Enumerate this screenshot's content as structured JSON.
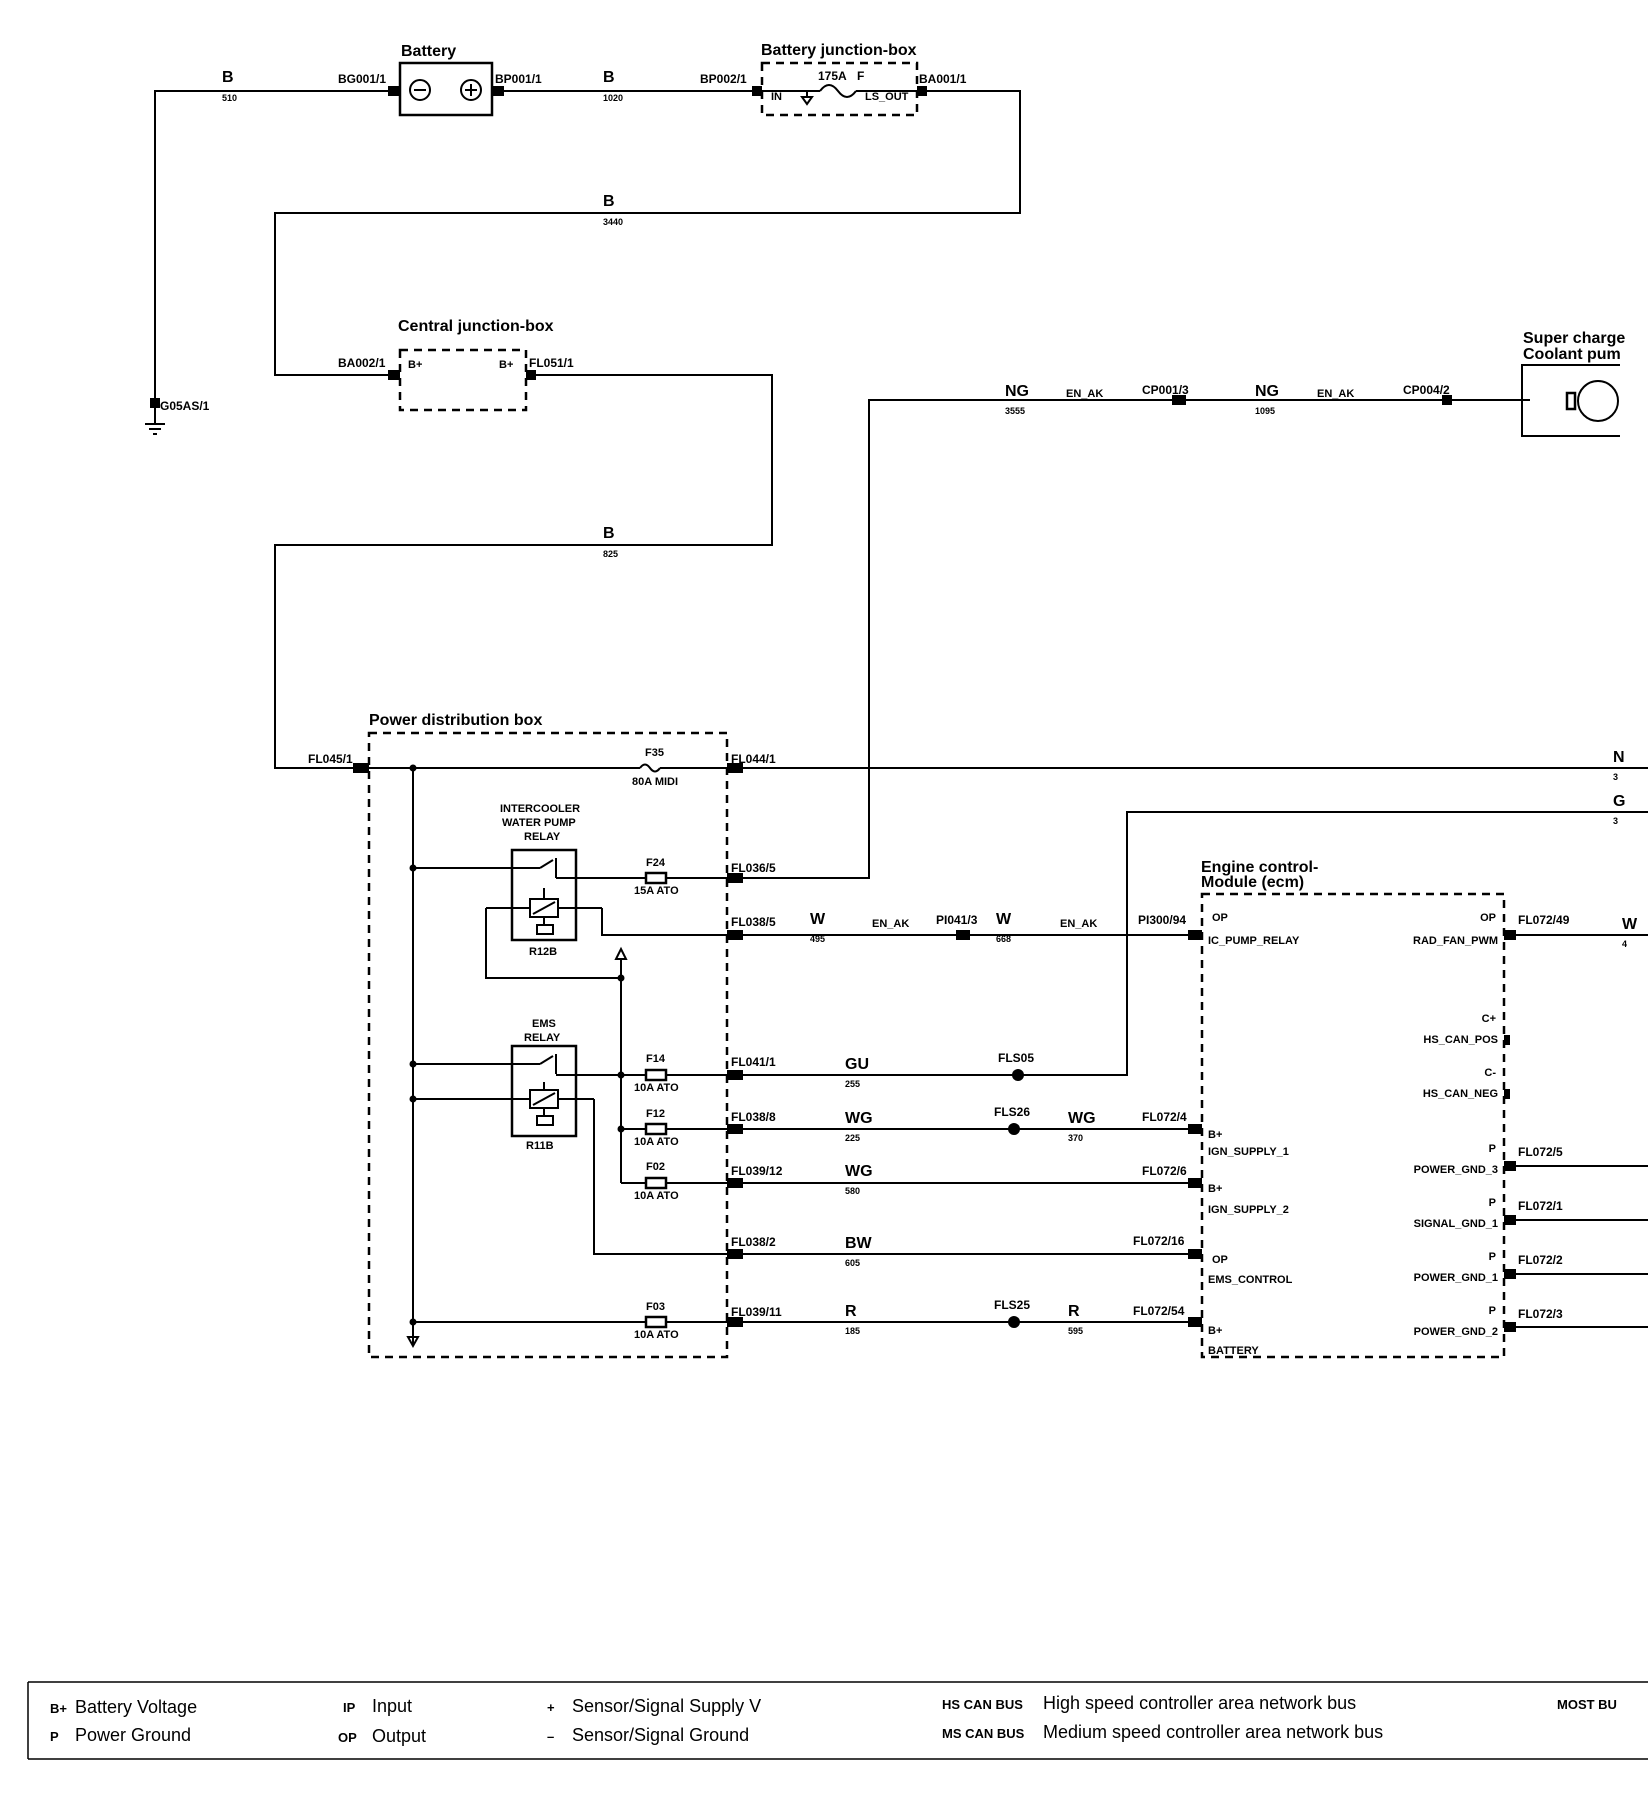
{
  "components": {
    "battery": "Battery",
    "battery_junction_box": "Battery junction-box",
    "central_junction_box": "Central junction-box",
    "power_distribution_box": "Power distribution box",
    "supercharger_pump_line1": "Super charge",
    "supercharger_pump_line2": "Coolant pum",
    "ecm_line1": "Engine control-",
    "ecm_line2": "Module (ecm)",
    "intercooler_relay_line1": "INTERCOOLER",
    "intercooler_relay_line2": "WATER PUMP",
    "intercooler_relay_line3": "RELAY",
    "intercooler_relay_id": "R12B",
    "ems_relay_line1": "EMS",
    "ems_relay_line2": "RELAY",
    "ems_relay_id": "R11B"
  },
  "connectors": {
    "bg001": "BG001/1",
    "bp001": "BP001/1",
    "bp002": "BP002/1",
    "ba001": "BA001/1",
    "ba002": "BA002/1",
    "fl051": "FL051/1",
    "g05as": "G05AS/1",
    "cp001": "CP001/3",
    "cp004": "CP004/2",
    "fl045": "FL045/1",
    "fl044": "FL044/1",
    "fl036": "FL036/5",
    "fl038_5": "FL038/5",
    "pi041": "PI041/3",
    "pi300": "PI300/94",
    "fl072_49": "FL072/49",
    "fl041": "FL041/1",
    "fls05": "FLS05",
    "fl038_8": "FL038/8",
    "fls26": "FLS26",
    "fl072_4": "FL072/4",
    "fl039_12": "FL039/12",
    "fl072_6": "FL072/6",
    "fl038_2": "FL038/2",
    "fl072_16": "FL072/16",
    "fl039_11": "FL039/11",
    "fls25": "FLS25",
    "fl072_54": "FL072/54",
    "fl072_5": "FL072/5",
    "fl072_1": "FL072/1",
    "fl072_2": "FL072/2",
    "fl072_3": "FL072/3"
  },
  "wires": {
    "w510": {
      "color": "B",
      "num": "510"
    },
    "w1020": {
      "color": "B",
      "num": "1020"
    },
    "w3440": {
      "color": "B",
      "num": "3440"
    },
    "w825": {
      "color": "B",
      "num": "825"
    },
    "w3555": {
      "color": "NG",
      "num": "3555",
      "harness": "EN_AK"
    },
    "w1095": {
      "color": "NG",
      "num": "1095",
      "harness": "EN_AK"
    },
    "w495": {
      "color": "W",
      "num": "495",
      "harness": "EN_AK"
    },
    "w668": {
      "color": "W",
      "num": "668",
      "harness": "EN_AK"
    },
    "w255": {
      "color": "GU",
      "num": "255"
    },
    "w225": {
      "color": "WG",
      "num": "225"
    },
    "w370": {
      "color": "WG",
      "num": "370"
    },
    "w580": {
      "color": "WG",
      "num": "580"
    },
    "w605": {
      "color": "BW",
      "num": "605"
    },
    "w185": {
      "color": "R",
      "num": "185"
    },
    "w595": {
      "color": "R",
      "num": "595"
    },
    "edge_n": {
      "color": "N",
      "num": "3"
    },
    "edge_g": {
      "color": "G",
      "num": "3"
    },
    "edge_w": {
      "color": "W",
      "num": "4"
    }
  },
  "fuses": {
    "main": {
      "rating": "175A",
      "tag": "F"
    },
    "f35": {
      "name": "F35",
      "rating": "80A MIDI"
    },
    "f24": {
      "name": "F24",
      "rating": "15A ATO"
    },
    "f14": {
      "name": "F14",
      "rating": "10A ATO"
    },
    "f12": {
      "name": "F12",
      "rating": "10A ATO"
    },
    "f02": {
      "name": "F02",
      "rating": "10A ATO"
    },
    "f03": {
      "name": "F03",
      "rating": "10A ATO"
    }
  },
  "pins": {
    "cj_b1": "B+",
    "cj_b2": "B+",
    "bj_in": "IN",
    "bj_out": "LS_OUT",
    "ecm_op1": "OP",
    "ecm_ic_pump": "IC_PUMP_RELAY",
    "ecm_op2": "OP",
    "ecm_rad_fan": "RAD_FAN_PWM",
    "ecm_cplus": "C+",
    "ecm_hs_can_pos": "HS_CAN_POS",
    "ecm_cminus": "C-",
    "ecm_hs_can_neg": "HS_CAN_NEG",
    "ecm_b1": "B+",
    "ecm_ign1": "IGN_SUPPLY_1",
    "ecm_b2": "B+",
    "ecm_ign2": "IGN_SUPPLY_2",
    "ecm_op3": "OP",
    "ecm_ems_control": "EMS_CONTROL",
    "ecm_b3": "B+",
    "ecm_battery": "BATTERY",
    "ecm_p1": "P",
    "ecm_power_gnd_3": "POWER_GND_3",
    "ecm_p2": "P",
    "ecm_signal_gnd_1": "SIGNAL_GND_1",
    "ecm_p3": "P",
    "ecm_power_gnd_1": "POWER_GND_1",
    "ecm_p4": "P",
    "ecm_power_gnd_2": "POWER_GND_2"
  },
  "legend": {
    "bplus_abbr": "B+",
    "bplus_desc": "Battery Voltage",
    "p_abbr": "P",
    "p_desc": "Power Ground",
    "ip_abbr": "IP",
    "ip_desc": "Input",
    "op_abbr": "OP",
    "op_desc": "Output",
    "plus_abbr": "+",
    "plus_desc": "Sensor/Signal Supply V",
    "minus_abbr": "–",
    "minus_desc": "Sensor/Signal Ground",
    "hs_abbr": "HS CAN BUS",
    "hs_desc": "High speed controller area network bus",
    "ms_abbr": "MS CAN BUS",
    "ms_desc": "Medium speed controller area network bus",
    "most_abbr": "MOST BU"
  }
}
